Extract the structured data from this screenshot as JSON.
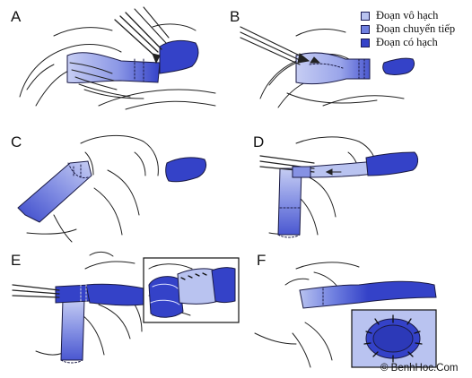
{
  "panels": [
    "A",
    "B",
    "C",
    "D",
    "E",
    "F"
  ],
  "legend": [
    {
      "label": "Đoạn vô hạch",
      "color": "#b9c3f0"
    },
    {
      "label": "Đoạn chuyển tiếp",
      "color": "#6f7fe0"
    },
    {
      "label": "Đoạn có hạch",
      "color": "#3442c8"
    }
  ],
  "copyright": "© BenhHoc.Com",
  "colors": {
    "aganglionic": "#b9c3f0",
    "transition": "#6f7fe0",
    "ganglionic": "#3442c8",
    "outline": "#1a1a44",
    "line": "#222222"
  }
}
